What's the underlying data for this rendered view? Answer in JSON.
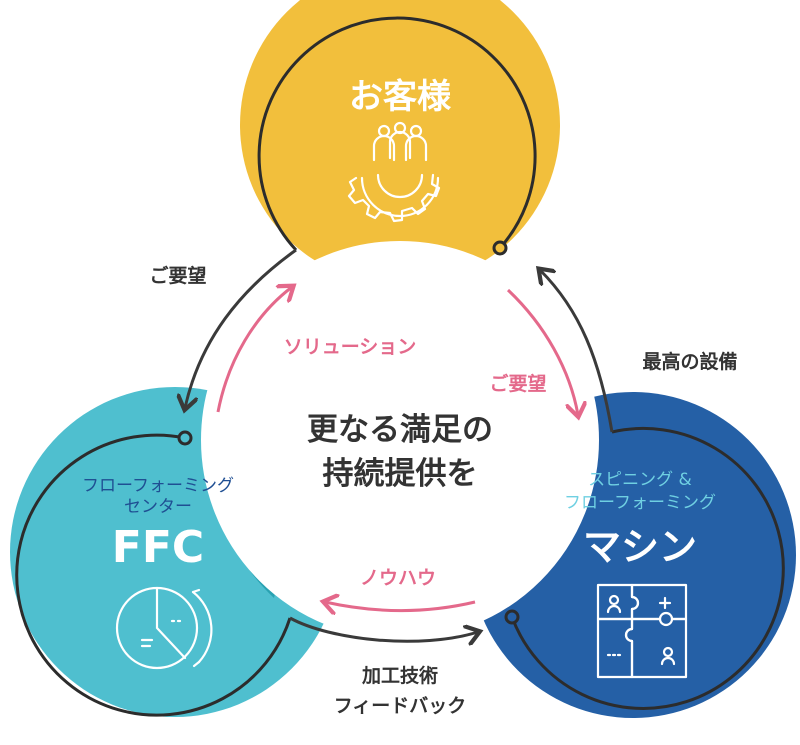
{
  "nodes": {
    "customer": {
      "title": "お客様",
      "color": "#f2bf3c",
      "icon": "group-gear-icon"
    },
    "ffc": {
      "subtitle_line1": "フローフォーミング",
      "subtitle_line2": "センター",
      "title": "FFC",
      "color": "#4fbfcf",
      "subtitle_color": "#1f4f93",
      "icon": "pie-chart-icon"
    },
    "machine": {
      "subtitle_line1": "スピニング &",
      "subtitle_line2": "フローフォーミング",
      "title": "マシン",
      "color": "#2560a6",
      "subtitle_color": "#6fd0e2",
      "icon": "puzzle-icon"
    }
  },
  "center": {
    "line1": "更なる満足の",
    "line2": "持続提供を"
  },
  "outer_labels": {
    "customer_to_ffc": "ご要望",
    "machine_to_customer": "最高の設備",
    "ffc_to_machine_line1": "加工技術",
    "ffc_to_machine_line2": "フィードバック"
  },
  "inner_labels": {
    "ffc_to_customer": "ソリューション",
    "customer_to_machine": "ご要望",
    "machine_to_ffc": "ノウハウ"
  },
  "colors": {
    "arrow_outer": "#3a3a3a",
    "arrow_inner": "#e4698b",
    "text_dark": "#333333"
  }
}
